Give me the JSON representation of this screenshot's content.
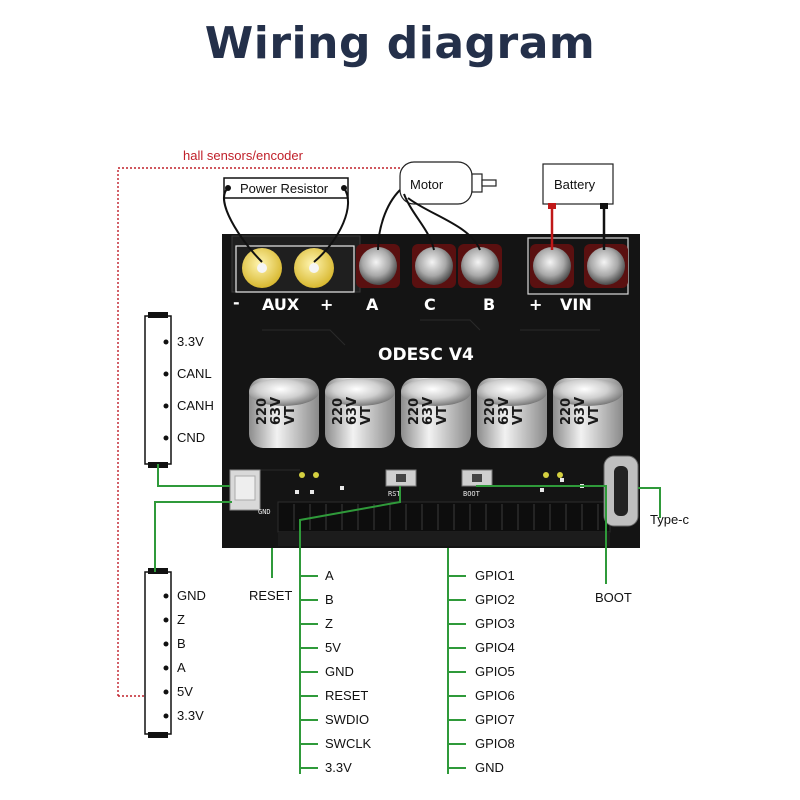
{
  "title": "Wiring diagram",
  "hall_label": "hall sensors/encoder",
  "components": {
    "power_resistor": "Power Resistor",
    "motor": "Motor",
    "battery": "Battery"
  },
  "board": {
    "name": "ODESC V4",
    "aux": "AUX",
    "aux_minus": "-",
    "aux_plus": "+",
    "phase_a": "A",
    "phase_c": "C",
    "phase_b": "B",
    "vin": "VIN",
    "vin_plus": "+",
    "cap_value": "220",
    "cap_voltage": "63V",
    "cap_series": "VT",
    "rst": "RST",
    "boot": "BOOT",
    "gnd": "GND"
  },
  "can_connector": [
    "3.3V",
    "CANL",
    "CANH",
    "CND"
  ],
  "encoder_connector": [
    "GND",
    "Z",
    "B",
    "A",
    "5V",
    "3.3V"
  ],
  "reset_label": "RESET",
  "boot_label": "BOOT",
  "typec_label": "Type-c",
  "pins_left": [
    "A",
    "B",
    "Z",
    "5V",
    "GND",
    "RESET",
    "SWDIO",
    "SWCLK",
    "3.3V"
  ],
  "pins_right": [
    "GPIO1",
    "GPIO2",
    "GPIO3",
    "GPIO4",
    "GPIO5",
    "GPIO6",
    "GPIO7",
    "GPIO8",
    "GND"
  ],
  "colors": {
    "title": "#24304a",
    "board": "#141414",
    "wire_green": "#2f9a3a",
    "hall_red": "#c0202a",
    "battery_red": "#c01818"
  }
}
